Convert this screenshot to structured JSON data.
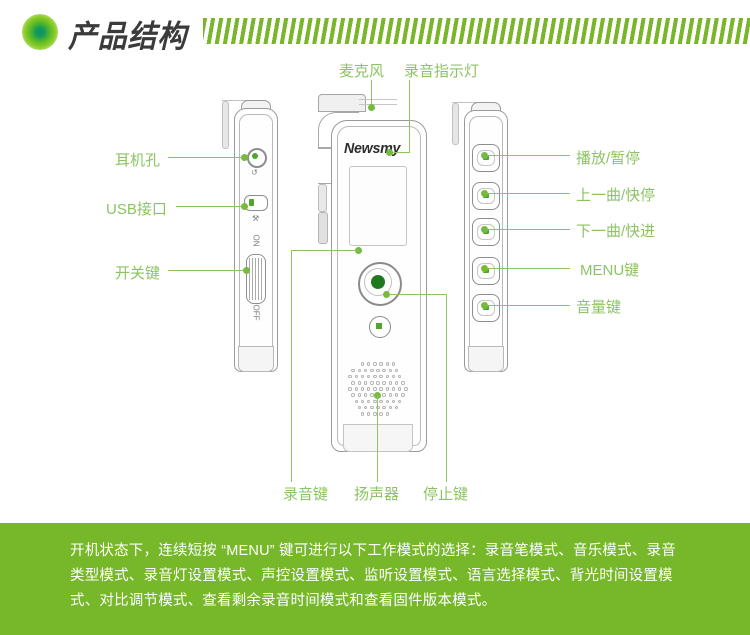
{
  "header": {
    "title": "产品结构",
    "dot_icon": "green-circle-icon",
    "accent_color": "#79b62a"
  },
  "device": {
    "brand": "Newsmy",
    "switch_on_label": "ON",
    "switch_off_label": "OFF"
  },
  "labels": {
    "top": [
      {
        "text": "麦克风",
        "id": "microphone"
      },
      {
        "text": "录音指示灯",
        "id": "recording-indicator"
      }
    ],
    "left": [
      {
        "text": "耳机孔",
        "id": "earphone-jack"
      },
      {
        "text": "USB接口",
        "id": "usb-port"
      },
      {
        "text": "开关键",
        "id": "power-switch"
      }
    ],
    "right": [
      {
        "text": "播放/暂停",
        "id": "play-pause"
      },
      {
        "text": "上一曲/快停",
        "id": "previous-track"
      },
      {
        "text": "下一曲/快进",
        "id": "next-track"
      },
      {
        "text": "MENU键",
        "id": "menu-key"
      },
      {
        "text": "音量键",
        "id": "volume-key"
      }
    ],
    "bottom": [
      {
        "text": "录音键",
        "id": "record-key"
      },
      {
        "text": "扬声器",
        "id": "speaker"
      },
      {
        "text": "停止键",
        "id": "stop-key"
      }
    ]
  },
  "footer": {
    "background": "#76b82a",
    "text": "开机状态下，连续短按 “MENU” 键可进行以下工作模式的选择：录音笔模式、音乐模式、录音类型模式、录音灯设置模式、声控设置模式、监听设置模式、语言选择模式、背光时间设置模式、对比调节模式、查看剩余录音时间模式和查看固件版本模式。"
  }
}
